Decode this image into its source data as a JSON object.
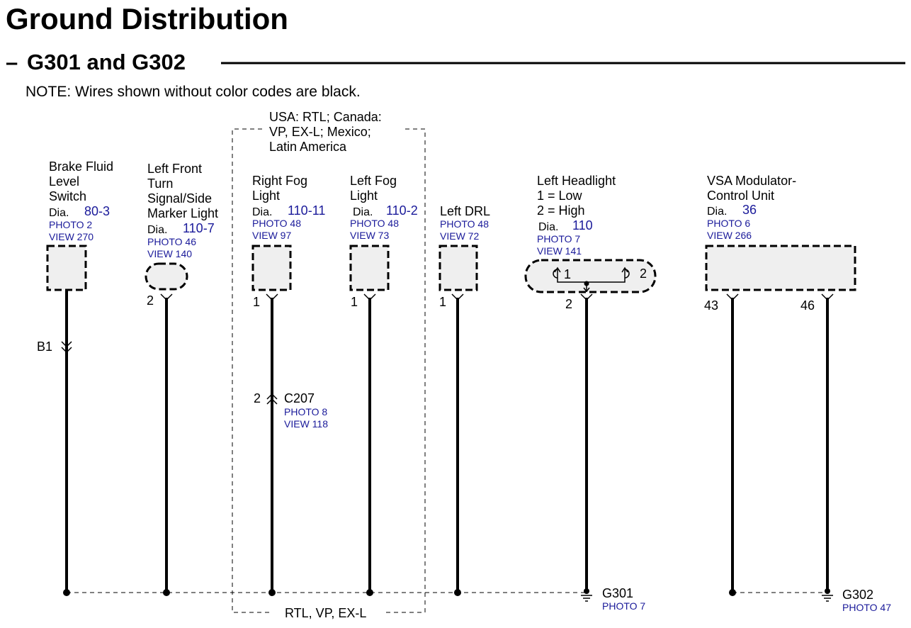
{
  "title": "Ground Distribution",
  "section": {
    "dash_prefix": "–",
    "name": "G301 and G302"
  },
  "note": "NOTE: Wires shown without color codes are black.",
  "option_box": {
    "top_label": [
      "USA: RTL; Canada:",
      "VP, EX-L; Mexico;",
      "Latin America"
    ],
    "bottom_label": "RTL, VP, EX-L"
  },
  "components": [
    {
      "name_lines": [
        "Brake Fluid",
        "Level",
        "Switch"
      ],
      "dia_prefix": "Dia.",
      "dia_value": "80-3",
      "photo": "PHOTO 2",
      "view": "VIEW 270",
      "pin": "",
      "inline": {
        "label": "B1"
      }
    },
    {
      "name_lines": [
        "Left Front",
        "Turn",
        "Signal/Side",
        "Marker Light"
      ],
      "dia_prefix": "Dia.",
      "dia_value": "110-7",
      "photo": "PHOTO 46",
      "view": "VIEW 140",
      "pin": "2"
    },
    {
      "name_lines": [
        "Right Fog",
        "Light"
      ],
      "dia_prefix": "Dia.",
      "dia_value": "110-11",
      "photo": "PHOTO 48",
      "view": "VIEW 97",
      "pin": "1",
      "inline": {
        "pin": "2",
        "label": "C207",
        "photo": "PHOTO 8",
        "view": "VIEW 118"
      }
    },
    {
      "name_lines": [
        "Left Fog",
        "Light"
      ],
      "dia_prefix": "Dia.",
      "dia_value": "110-2",
      "photo": "PHOTO 48",
      "view": "VIEW 73",
      "pin": "1"
    },
    {
      "name_lines": [
        "Left DRL"
      ],
      "dia_prefix": "",
      "dia_value": "",
      "photo": "PHOTO 48",
      "view": "VIEW 72",
      "pin": "1"
    },
    {
      "name_lines": [
        "Left Headlight",
        "1 = Low",
        "2 = High"
      ],
      "dia_prefix": "Dia.",
      "dia_value": "110",
      "photo": "PHOTO 7",
      "view": "VIEW 141",
      "pin": "2",
      "internal_pins": [
        "1",
        "2"
      ]
    },
    {
      "name_lines": [
        "VSA Modulator-",
        "Control Unit"
      ],
      "dia_prefix": "Dia.",
      "dia_value": "36",
      "photo": "PHOTO 6",
      "view": "VIEW 266",
      "pins": [
        "43",
        "46"
      ]
    }
  ],
  "grounds": [
    {
      "name": "G301",
      "photo": "PHOTO 7"
    },
    {
      "name": "G302",
      "photo": "PHOTO 47"
    }
  ]
}
